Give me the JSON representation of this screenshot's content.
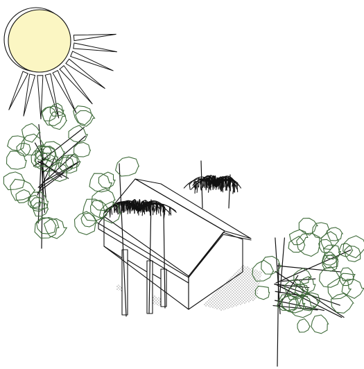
{
  "colors": {
    "sun_fill": "#fbf6c3",
    "foliage_outline": "#3f6b3a",
    "line": "#111111",
    "background": "#ffffff"
  },
  "illustration": {
    "elements": [
      "sun",
      "house",
      "deciduous-trees",
      "palm-trees"
    ]
  }
}
